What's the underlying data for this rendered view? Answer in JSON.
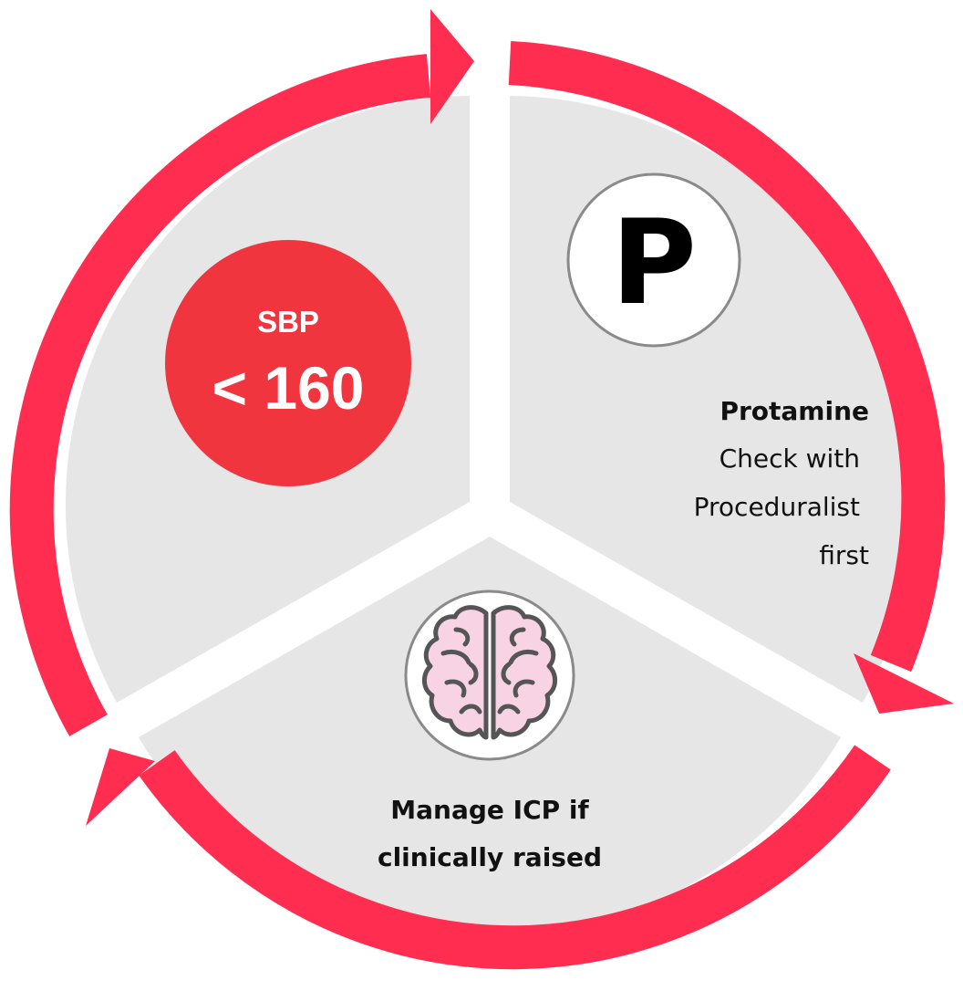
{
  "colors": {
    "ring": "#FF2D4F",
    "sector": "#E6E6E6",
    "sbp_circle": "#F0353F",
    "white": "#FFFFFF",
    "text_dark": "#111111",
    "brain_fill": "#F7D3E3",
    "brain_stroke": "#555555",
    "icon_ring": "#8A8A8A"
  },
  "sbp": {
    "line1": "SBP",
    "line2": "< 160"
  },
  "protamine": {
    "icon_letter": "P",
    "title": "Protamine",
    "line1": "Check with",
    "line2": "Proceduralist",
    "line3": "first"
  },
  "icp": {
    "icon": "brain-icon",
    "line1": "Manage ICP if",
    "line2": "clinically raised"
  }
}
